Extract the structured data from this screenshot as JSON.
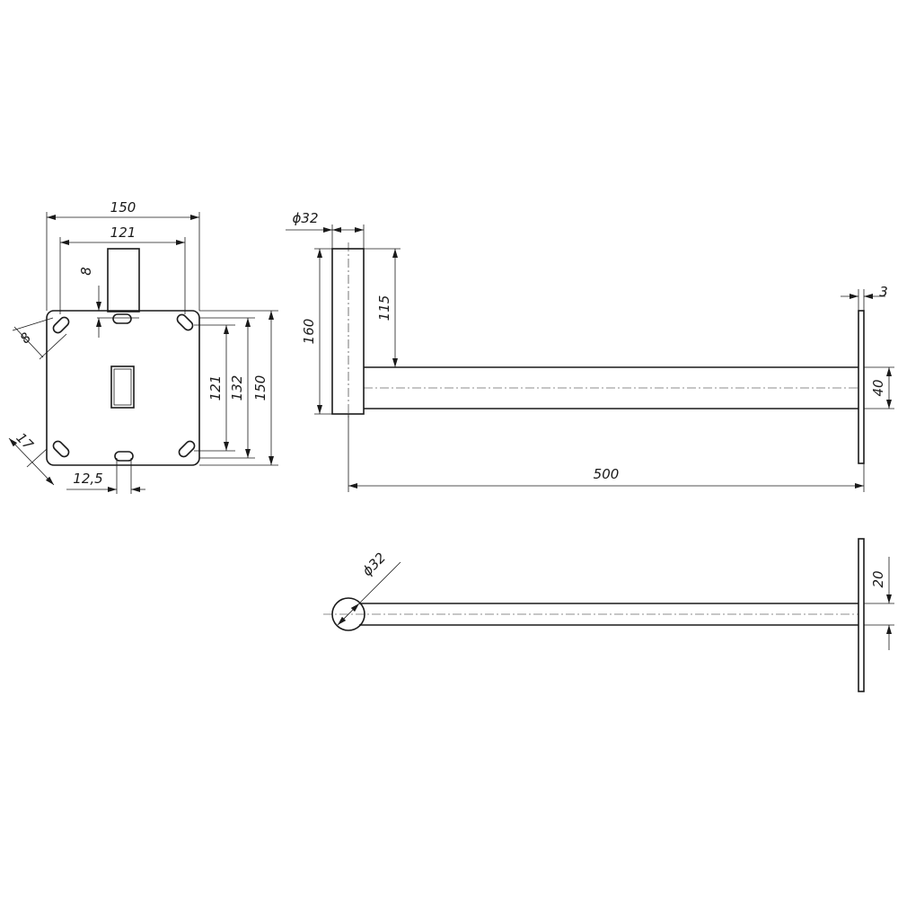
{
  "dimensions": {
    "plate_width": "150",
    "hole_spacing_h": "121",
    "tube_offset": "8",
    "slot_width": "8",
    "corner_offset": "17",
    "slot_offset": "12,5",
    "hole_spacing_v": "121",
    "inner_height": "132",
    "plate_height": "150",
    "pole_diameter": "ϕ32",
    "pole_length": "160",
    "arm_offset": "115",
    "flange_thickness": "3",
    "arm_height": "40",
    "arm_length": "500",
    "tube_diameter": "ϕ32",
    "arm_width": "20"
  }
}
